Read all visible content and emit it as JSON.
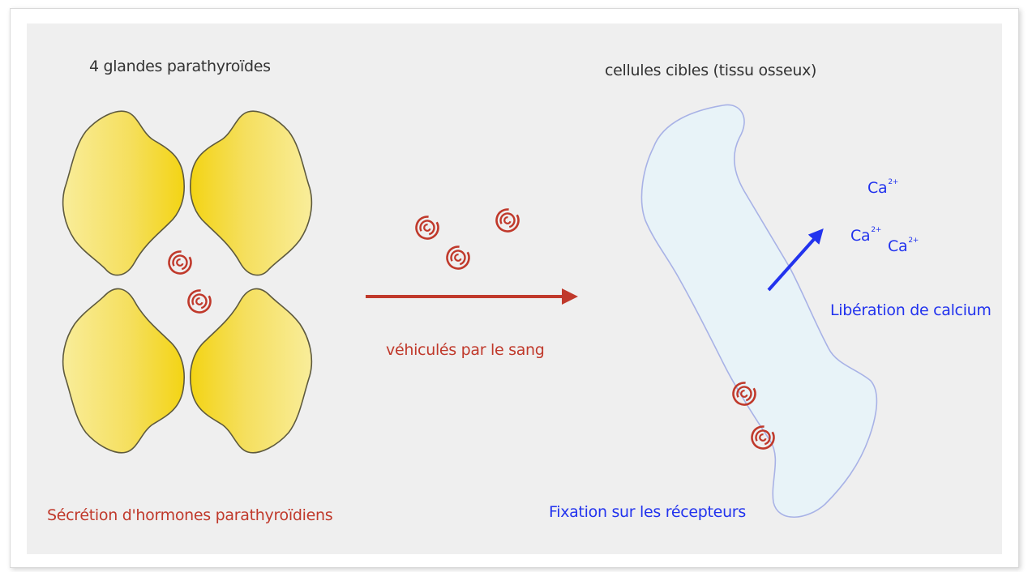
{
  "labels": {
    "glands_title": "4 glandes parathyroïdes",
    "target_title": "cellules cibles (tissu osseux)",
    "transport": "véhiculés par le sang",
    "secretion": "Sécrétion d'hormones parathyroïdiens",
    "fixation": "Fixation sur les récepteurs",
    "liberation": "Libération de calcium"
  },
  "ions": [
    {
      "symbol": "Ca",
      "charge": "2+"
    },
    {
      "symbol": "Ca",
      "charge": "2+"
    },
    {
      "symbol": "Ca",
      "charge": "2+"
    }
  ],
  "icons": [
    "parathyroid-gland-shape",
    "hormone-spiral-icon",
    "bone-shape",
    "arrow-right",
    "arrow-up-right"
  ],
  "colors": {
    "red": "#c0392b",
    "blue": "#2233ee",
    "gland_fill": "#f6de5a",
    "gland_stroke": "#5e5a3e",
    "bone_fill": "#e8f3f8",
    "bone_stroke": "#a8b2e6",
    "background": "#efefef"
  }
}
